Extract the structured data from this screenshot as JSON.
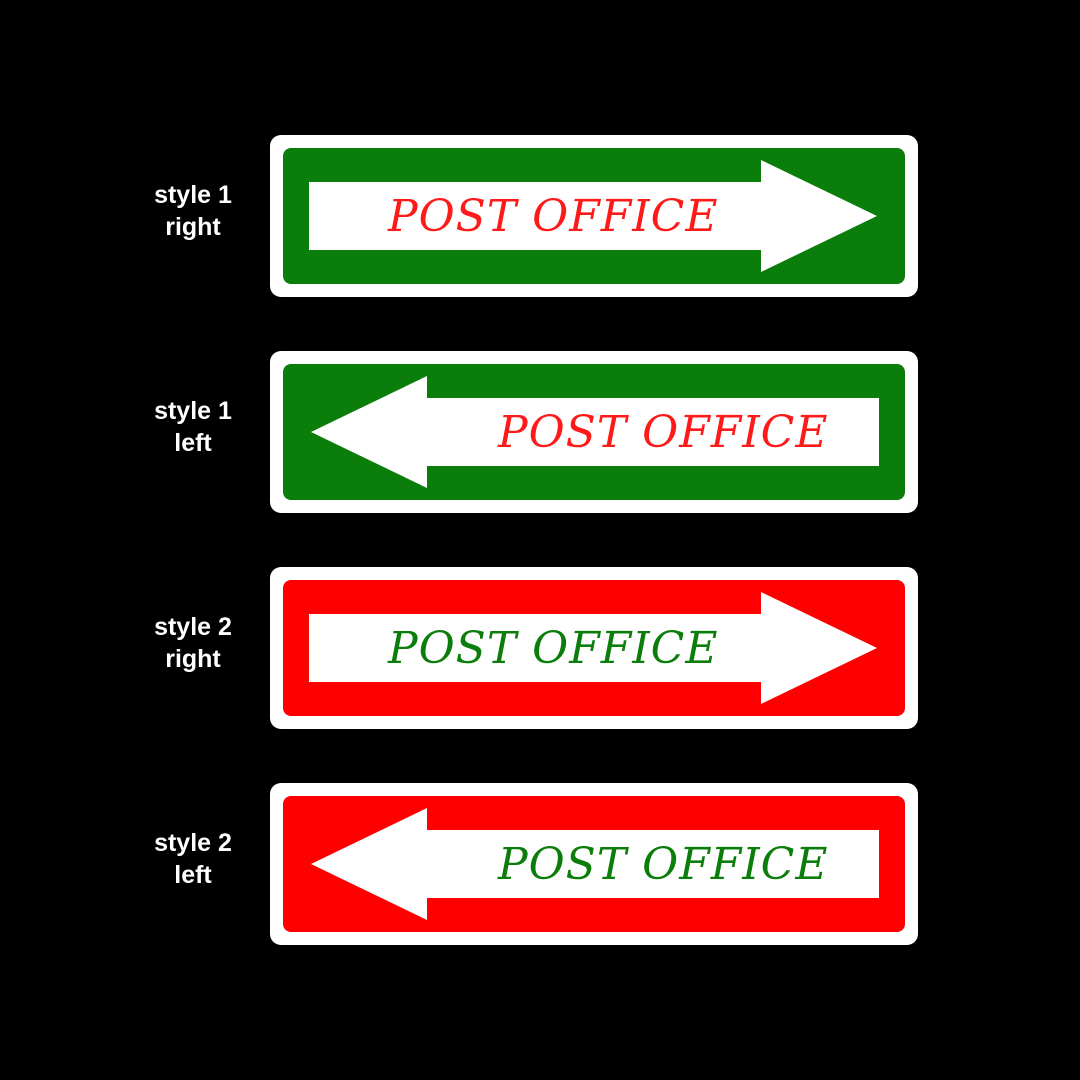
{
  "colors": {
    "background": "#000000",
    "green": "#0a7d0a",
    "red": "#ff0000",
    "white": "#ffffff"
  },
  "signs": [
    {
      "label_line1": "style 1",
      "label_line2": "right",
      "text": "POST OFFICE",
      "direction": "right",
      "panel_color": "#0a7d0a",
      "text_color": "#ff1a1a"
    },
    {
      "label_line1": "style 1",
      "label_line2": "left",
      "text": "POST OFFICE",
      "direction": "left",
      "panel_color": "#0a7d0a",
      "text_color": "#ff1a1a"
    },
    {
      "label_line1": "style 2",
      "label_line2": "right",
      "text": "POST OFFICE",
      "direction": "right",
      "panel_color": "#ff0000",
      "text_color": "#0a7d0a"
    },
    {
      "label_line1": "style 2",
      "label_line2": "left",
      "text": "POST OFFICE",
      "direction": "left",
      "panel_color": "#ff0000",
      "text_color": "#0a7d0a"
    }
  ]
}
